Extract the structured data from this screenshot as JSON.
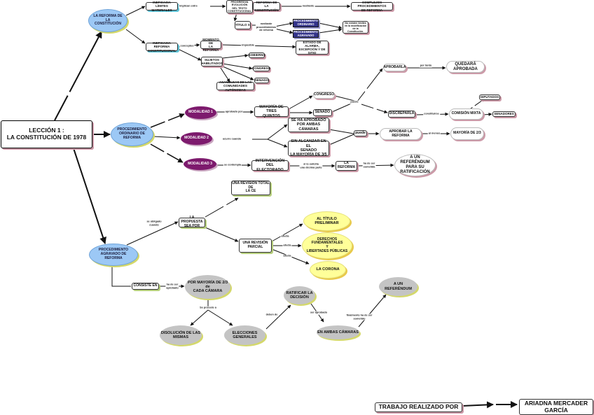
{
  "nodes": {
    "main": "LECCIÓN 1 :\nLA CONSTITUCIÓN DE 1978",
    "reforma": "LA REFORMA DE\nLA\nCONSTITUCIÓN",
    "ordinario": "PROCEDIMIENTO\nORDINARIO DE\nREFORMA",
    "agravado": "PROCEDIMIENTO\nAGRAVADO DE\nREFORMA",
    "ineficacia_mat": "INEFICACIA LÍMITES\nMATERIALES",
    "progresiva": "PROGRESIVA\nEVOLUCIÓN\nDEL TEXTO\nCONSTITUCIONAL",
    "reforma_const": "REFORMA DE\nLA CONSTITUCIÓN",
    "complejos": "COMPLEJOS PROCEDIMIENTOS\nDE REFORMA",
    "titulo10": "TÍTULO X",
    "proc_ordinario": "PROCEDIMIENTO\nORDINARIO",
    "proc_agravado": "PROCEDIMIENTO\nAGRAVADO",
    "no_existen": "No existen límites\nen la modificación\nde la\nConstitución.",
    "ineficacia_const": "INEFICACIA REFORMA\nCONSTITUCIONAL",
    "momento": "MOMENTO DE\nLA REFORMA",
    "estado": "ESTADO DE ALARMA,\nEXCEPCIÓN Y DE SITIO",
    "sujetos": "SUJETOS\nHABILITADOS",
    "gobierno": "GOBIERNO",
    "congreso_s": "CONGRESO",
    "senado_s": "SENADO",
    "asambleas": "ASAMBLEAS DE LAS\nCOMUNIDADES AUTÓNOMAS",
    "mod1": "MODALIDAD 1",
    "mod2": "MODALIDAD 2",
    "mod3": "MODALIDAD 3",
    "mayoria35": "MAYORÍA DE TRES\nQUINTOS",
    "congreso": "CONGRESO",
    "senado": "SENADO",
    "aprobarla": "APROBARLA",
    "quedara": "QUEDARÁ APROBADA",
    "discreparla": "DISCREPARLA",
    "comision": "COMISIÓN MIXTA",
    "diputados": "DIPUTADOS",
    "senadores": "SENADORES",
    "se_ha_aprobado": "SE HA APROBADO\nPOR AMBAS\nCÁMARAS",
    "sin_alcanzar": "SIN ALCANZAR EN EL\nSENADO\nLA MAYORÍA DE 3/5",
    "aprobar_reforma": "APROBAR LA REFORMA",
    "mayoria23": "MAYORÍA DE 2/3",
    "intervencion": "INTERVENCIÓN DEL\nELECTORADO",
    "la_reforma": "LA\nREFORMA",
    "referendum1": "A UN REFERÉNDUM\nPARA SU\nRATIFICACIÓN",
    "revision_total": "UNA REVISIÓN TOTAL\nDE\nLA CE",
    "propuesta": "LA PROPUESTA\nSEA POR",
    "revision_parcial": "UNA REVISIÓN\nPARCIAL",
    "titulo_pre": "AL TÍTULO\nPRELIMINAR",
    "derechos": "DERECHOS\nFUNDAMENTALES\nY\nLIBERTADES PÚBLICAS",
    "corona": "LA CORONA",
    "consiste": "CONSISTE EN",
    "por_mayoria": "POR MAYORÍA DE 2/3\nde\nCADA CÁMARA",
    "disolucion": "DISOLUCIÓN DE LAS\nMISMAS",
    "elecciones": "ELECCIONES\nGENERALES",
    "ratificar": "RATIFICAR LA\nDECISIÓN",
    "ambas_camaras": "EN AMBAS CÁMARAS",
    "referendum2": "A UN\nREFERÉNDUM",
    "trabajo": "TRABAJO REALIZADO POR",
    "autora": "ARIADNA MERCADER\nGARCÍA"
  },
  "labels": {
    "l_ineficacia": "implican entre",
    "l_mediante1": "mediante",
    "l_mediante2": "mediante\nprocedimientos\nde reforma",
    "l_conceptos": "conceptos",
    "l_imposible": "imposible",
    "l_aprobado": "aprobado por",
    "l_puede": "puede",
    "l_por_tanto": "por tanto",
    "l_constituirse": "constituirse",
    "l_ocurre": "ocurre cuando",
    "l_puede2": "puede",
    "l_al_menos": "al menos",
    "l_se_contempla": "se contempla",
    "l_si_solicita": "si lo solicita\nuna décima parte",
    "l_ha_de_ser": "ha de ser\nsometida",
    "l_se_obligado": "se obligado\ncuando",
    "l_afecta1": "afecta",
    "l_afecta2": "afecta",
    "l_afecta3": "afecta",
    "l_ha_de_ser2": "ha de ser\naprobado",
    "l_se_procede": "Se procede a",
    "l_deben_de": "deben de",
    "l_ser_aprobado": "ser aprobado",
    "l_finalmente": "finalmente ha de ser\nsometido"
  },
  "colors": {
    "edge": "#111111",
    "shadow_pink": "#cc9aa8",
    "oval_blue": "#9cc8f5",
    "oval_purple": "#7d1a6d",
    "oval_yellow": "#ffff99",
    "oval_grey": "#c4c4c4"
  }
}
